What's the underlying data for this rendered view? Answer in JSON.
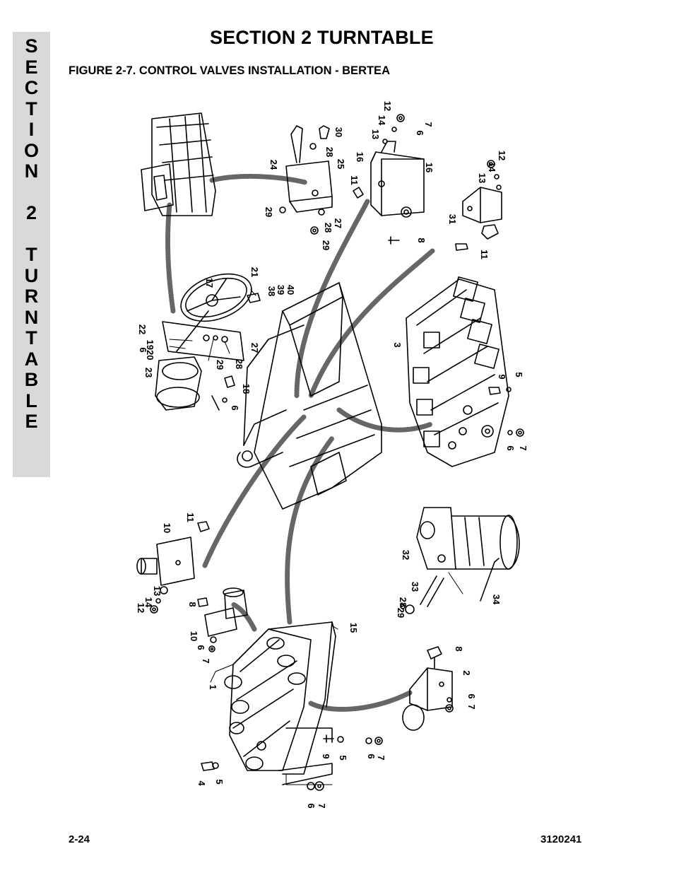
{
  "side_tab": {
    "letters": [
      "S",
      "E",
      "C",
      "T",
      "I",
      "O",
      "N",
      "",
      "2",
      "",
      "T",
      "U",
      "R",
      "N",
      "T",
      "A",
      "B",
      "L",
      "E"
    ]
  },
  "header": {
    "section_title": "SECTION 2  TURNTABLE",
    "figure_title": "FIGURE 2-7.    CONTROL VALVES INSTALLATION - BERTEA"
  },
  "footer": {
    "page_number": "2-24",
    "document_number": "3120241"
  },
  "callouts": [
    "12",
    "14",
    "13",
    "6",
    "7",
    "30",
    "28",
    "24",
    "25",
    "16",
    "16",
    "11",
    "29",
    "28",
    "29",
    "27",
    "8",
    "12",
    "14",
    "13",
    "31",
    "11",
    "21",
    "17",
    "38",
    "39",
    "40",
    "22",
    "6",
    "1920",
    "23",
    "29",
    "28",
    "27",
    "18",
    "6",
    "3",
    "9",
    "5",
    "6",
    "7",
    "10",
    "11",
    "12",
    "14",
    "13",
    "8",
    "10",
    "6",
    "7",
    "15",
    "1",
    "32",
    "33",
    "29",
    "28",
    "34",
    "8",
    "2",
    "6",
    "7",
    "9",
    "5",
    "6",
    "7",
    "4",
    "5",
    "6",
    "7"
  ]
}
